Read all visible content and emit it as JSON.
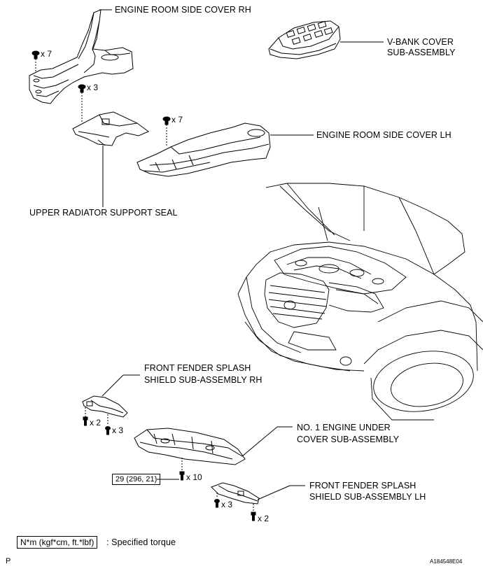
{
  "labels": {
    "engine_room_side_cover_rh": "ENGINE ROOM SIDE COVER RH",
    "v_bank_cover_line1": "V-BANK COVER",
    "v_bank_cover_line2": "SUB-ASSEMBLY",
    "engine_room_side_cover_lh": "ENGINE ROOM SIDE COVER LH",
    "upper_radiator_support_seal": "UPPER RADIATOR SUPPORT SEAL",
    "front_fender_rh_line1": "FRONT FENDER SPLASH",
    "front_fender_rh_line2": "SHIELD SUB-ASSEMBLY RH",
    "engine_under_cover_line1": "NO. 1 ENGINE UNDER",
    "engine_under_cover_line2": "COVER SUB-ASSEMBLY",
    "front_fender_lh_line1": "FRONT FENDER SPLASH",
    "front_fender_lh_line2": "SHIELD SUB-ASSEMBLY LH"
  },
  "fastener_counts": {
    "rh_cover": "x 7",
    "seal": "x 3",
    "lh_cover": "x 7",
    "fender_rh_bolt": "x 2",
    "fender_rh_clip": "x 3",
    "under_cover": "x 10",
    "fender_lh_clip": "x 3",
    "fender_lh_bolt": "x 2"
  },
  "torque_spec": "29 (296, 21)",
  "legend": {
    "units": "N*m (kgf*cm, ft.*lbf)",
    "description": ": Specified torque"
  },
  "footer": {
    "corner_letter": "P",
    "figure_id": "A184548E04"
  }
}
